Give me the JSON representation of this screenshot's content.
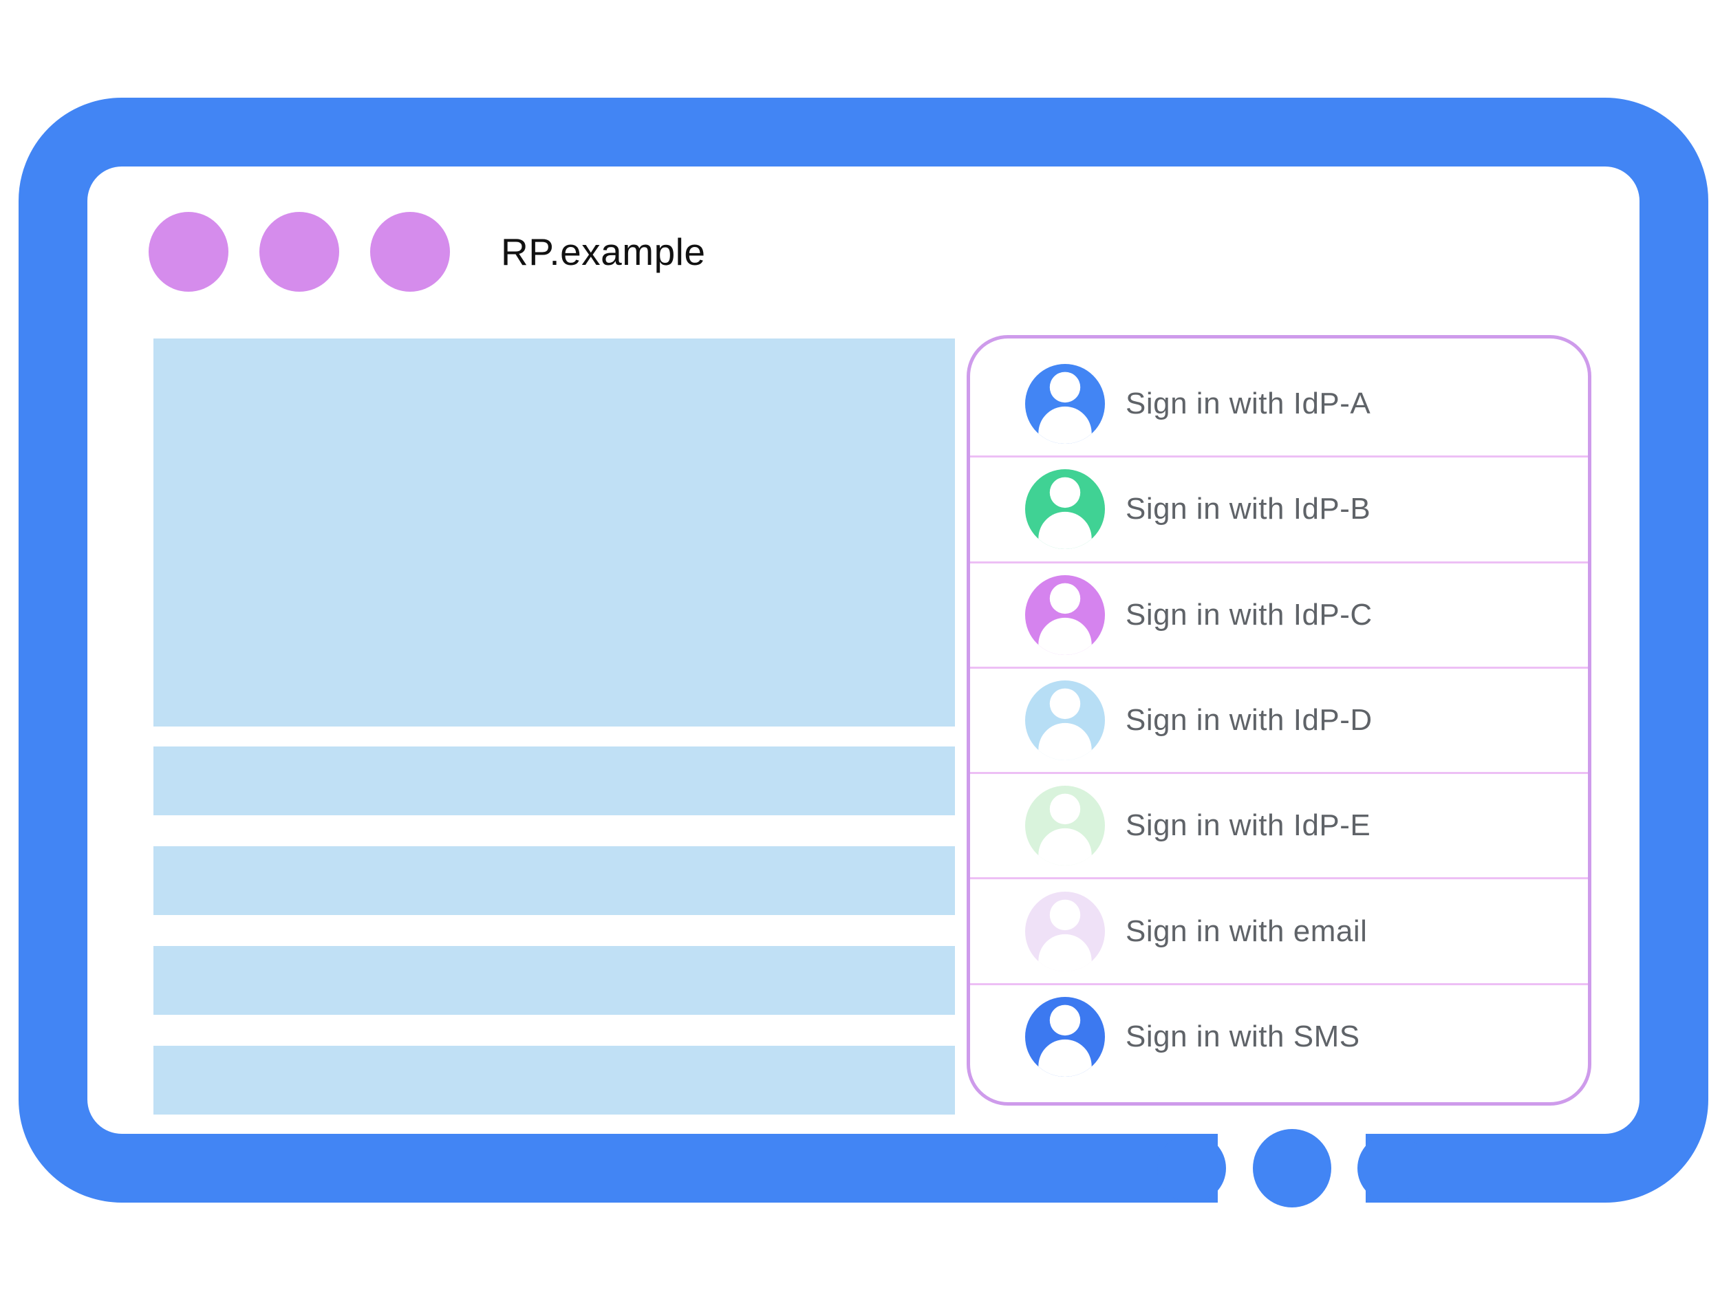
{
  "browser": {
    "title": "RP.example"
  },
  "signin_panel": {
    "options": [
      {
        "label": "Sign in with IdP-A",
        "icon": "user-avatar-icon",
        "avatar_color": "#4285F4"
      },
      {
        "label": "Sign in with IdP-B",
        "icon": "user-avatar-icon",
        "avatar_color": "#40D294"
      },
      {
        "label": "Sign in with IdP-C",
        "icon": "user-avatar-icon",
        "avatar_color": "#D583EE"
      },
      {
        "label": "Sign in with IdP-D",
        "icon": "user-avatar-icon",
        "avatar_color": "#B7DEF5"
      },
      {
        "label": "Sign in with IdP-E",
        "icon": "user-avatar-icon",
        "avatar_color": "#D9F3DC"
      },
      {
        "label": "Sign in with email",
        "icon": "user-avatar-icon",
        "avatar_color": "#EFE1F7"
      },
      {
        "label": "Sign in with SMS",
        "icon": "user-avatar-icon",
        "avatar_color": "#3C79F0"
      }
    ]
  },
  "theme": {
    "frame_blue": "#4285F4",
    "window_dot_purple": "#D58CEC",
    "placeholder_blue": "#C0E0F5",
    "panel_border_purple": "#CE9BEB",
    "panel_divider_purple": "#EDBFF5",
    "label_gray": "#5F6368",
    "title_black": "#111111",
    "background": "#FFFFFF"
  }
}
